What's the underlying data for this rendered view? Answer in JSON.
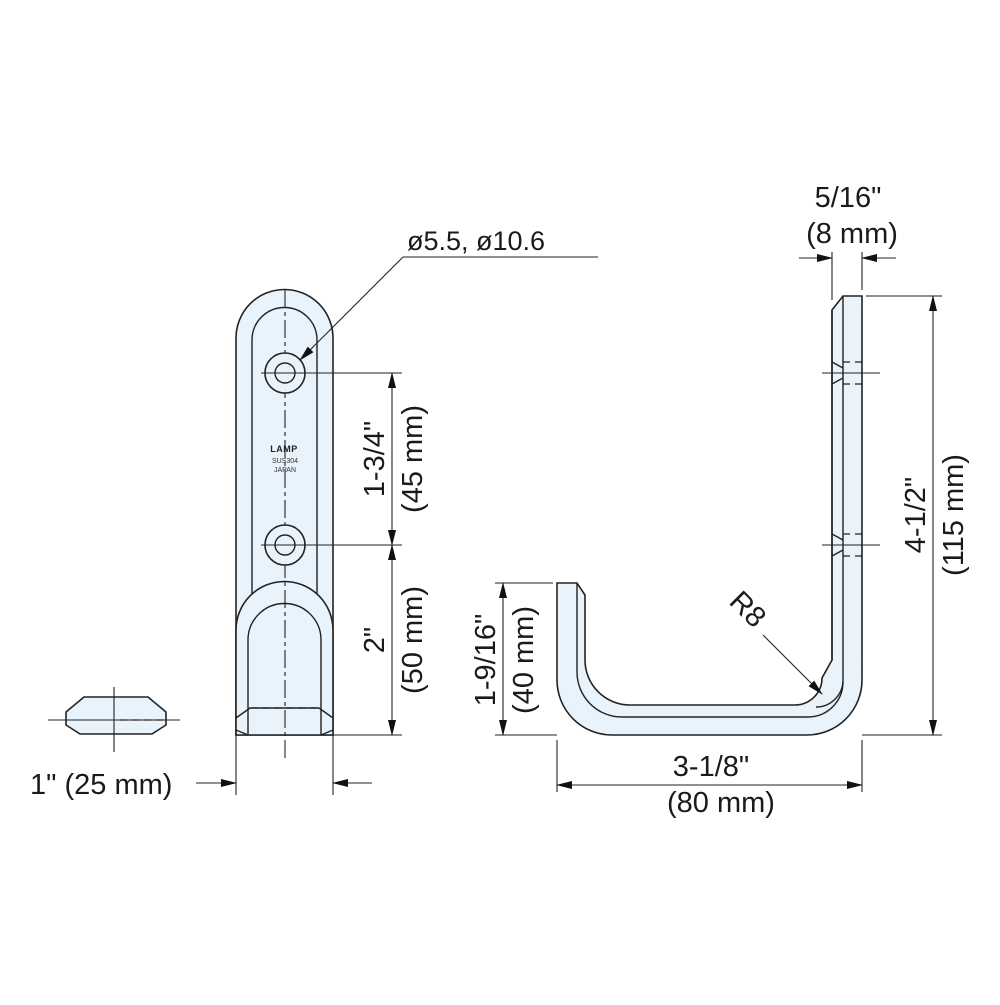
{
  "drawing": {
    "title": "Stainless steel J-hook dimensional drawing",
    "colors": {
      "part_fill": "#e8f3fc",
      "line": "#222222",
      "background": "#ffffff"
    },
    "stamp": {
      "logo": "LAMP",
      "material": "SUS304",
      "origin": "JAPAN"
    },
    "dimensions": {
      "hole_diameters": "ø5.5,  ø10.6",
      "width_in": "1\"",
      "width_label": "1\" (25 mm)",
      "hole_spacing_in": "1-3/4\"",
      "hole_spacing_mm": "(45 mm)",
      "lower_height_in": "2\"",
      "lower_height_mm": "(50 mm)",
      "thickness_in": "5/16\"",
      "thickness_mm": "(8 mm)",
      "total_height_in": "4-1/2\"",
      "total_height_mm": "(115 mm)",
      "hook_height_in": "1-9/16\"",
      "hook_height_mm": "(40 mm)",
      "depth_in": "3-1/8\"",
      "depth_mm": "(80 mm)",
      "radius": "R8"
    },
    "views": [
      "front-view",
      "side-view",
      "section-view"
    ]
  }
}
